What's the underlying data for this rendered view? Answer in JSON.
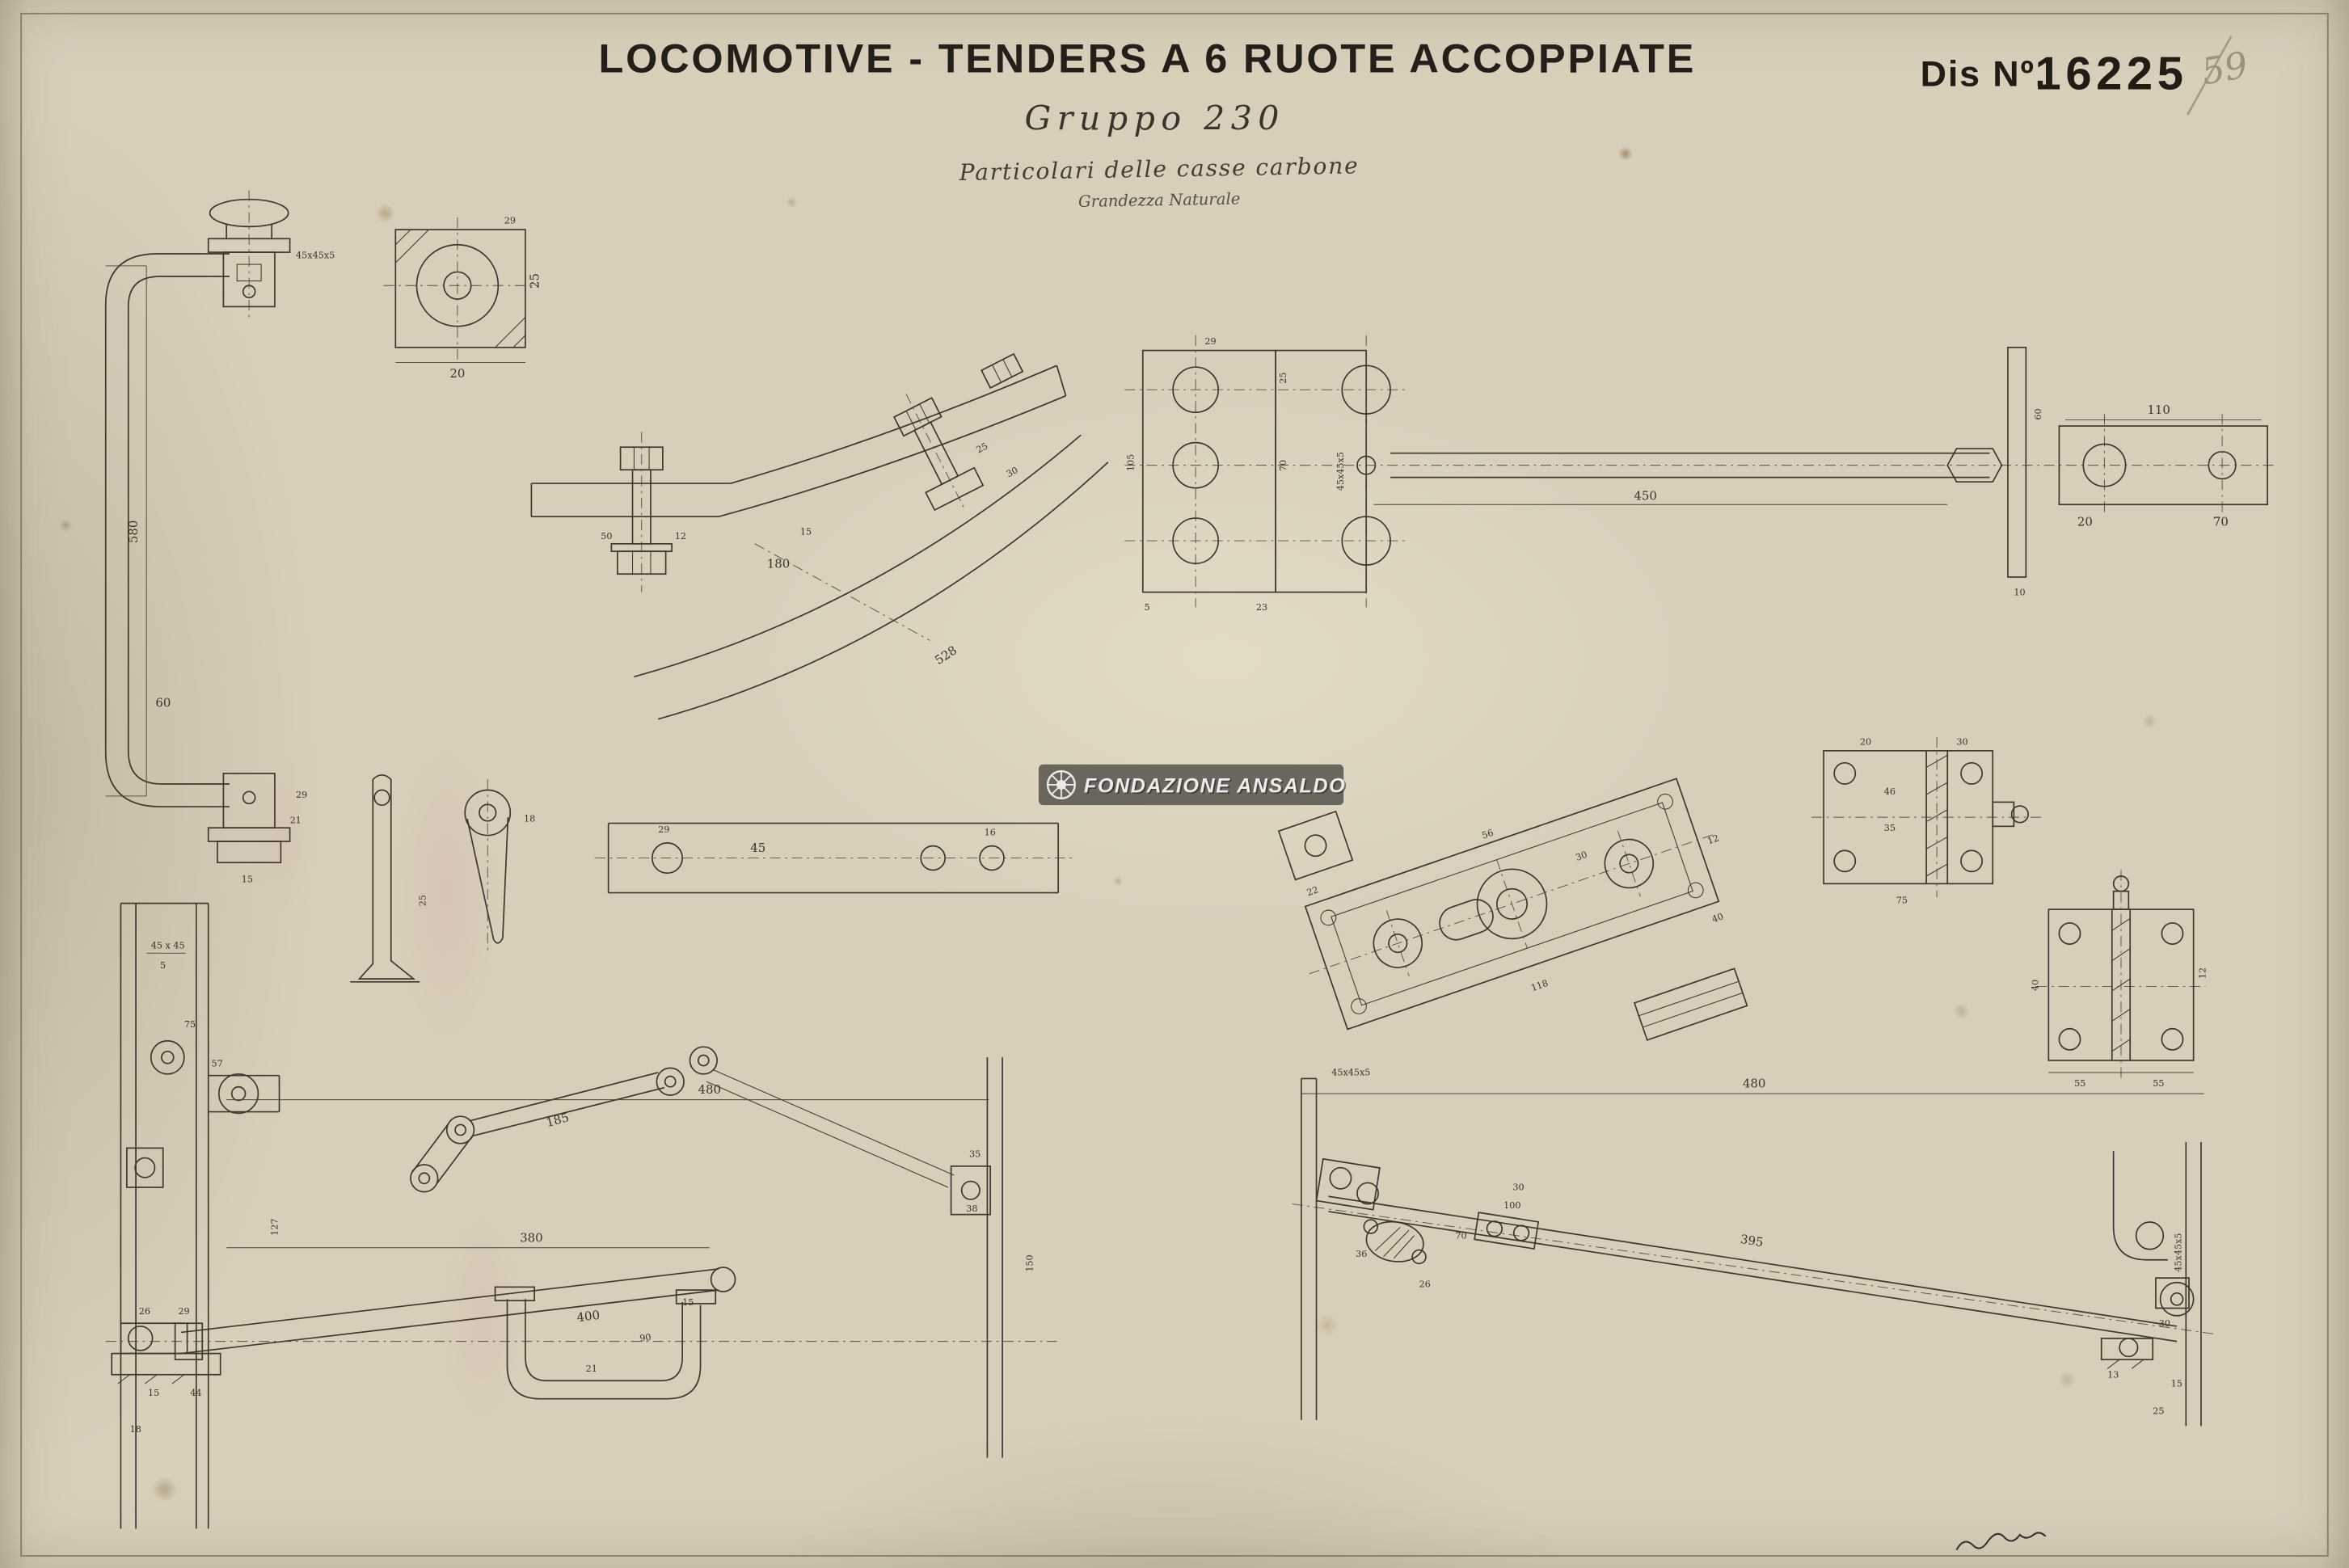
{
  "document": {
    "title": "LOCOMOTIVE - TENDERS A 6 RUOTE ACCOPPIATE",
    "group": "Gruppo 230",
    "subtitle": "Particolari delle casse carbone",
    "scale_note": "Grandezza Naturale",
    "dis_label": "Dis Nº.",
    "dis_number": "16225",
    "pencil_note": "59"
  },
  "watermark": {
    "text": "FONDAZIONE ANSALDO"
  },
  "dims": {
    "a1": "580",
    "a2": "60",
    "a3": "21",
    "a4": "29",
    "a5": "15",
    "a6": "45x45x5",
    "b1": "25",
    "b2": "20",
    "b3": "29",
    "c1": "50",
    "c2": "12",
    "c3": "180",
    "c4": "15",
    "c5": "528",
    "c6": "25",
    "c7": "30",
    "d1": "25",
    "d2": "70",
    "d3": "105",
    "d4": "5",
    "d5": "23",
    "d6": "450",
    "d7": "110",
    "d8": "70",
    "d9": "20",
    "d10": "29",
    "d11": "60",
    "d12": "10",
    "d13": "45x45x5",
    "e1": "25",
    "e2": "18",
    "e3": "45",
    "e4": "16",
    "e5": "29",
    "f1": "56",
    "f2": "30",
    "f3": "22",
    "f4": "40",
    "f5": "12",
    "f6": "118",
    "g1": "46",
    "g2": "35",
    "g3": "75",
    "g4": "30",
    "g5": "20",
    "h1": "55",
    "h2": "55",
    "h3": "40",
    "h4": "12",
    "i1a": "45 x 45",
    "i1b": "5",
    "i2": "75",
    "i3": "57",
    "i4": "127",
    "i5": "26",
    "i6": "29",
    "i7": "15",
    "i8": "44",
    "i9": "18",
    "i10": "380",
    "i11": "400",
    "i12": "90",
    "i13": "15",
    "i14": "185",
    "i15": "480",
    "i16": "35",
    "i17": "38",
    "i18": "150",
    "i19": "21",
    "j1": "45x45x5",
    "j2": "480",
    "j3": "395",
    "j4": "30",
    "j5": "100",
    "j6": "70",
    "j7": "26",
    "j8": "36",
    "j9": "15",
    "j10": "25",
    "j11": "13",
    "j12": "45x45x5",
    "j13": "30"
  }
}
